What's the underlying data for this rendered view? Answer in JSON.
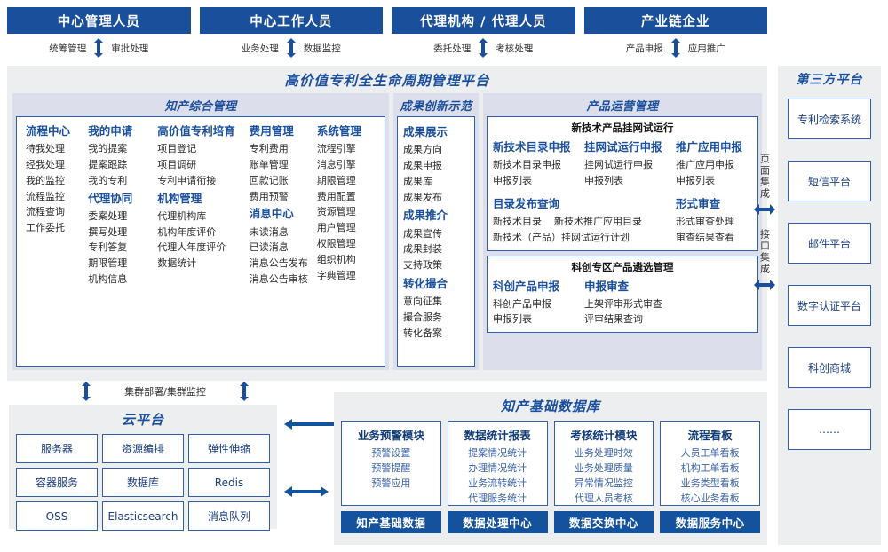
{
  "roles": [
    {
      "title": "中心管理人员",
      "actions": [
        "统筹管理",
        "审批处理"
      ]
    },
    {
      "title": "中心工作人员",
      "actions": [
        "业务处理",
        "数据监控"
      ]
    },
    {
      "title": "代理机构 / 代理人员",
      "actions": [
        "委托处理",
        "考核处理"
      ]
    },
    {
      "title": "产业链企业",
      "actions": [
        "产品申报",
        "应用推广"
      ]
    }
  ],
  "platform": {
    "title": "高价值专利全生命周期管理平台",
    "groups": {
      "zhichan": {
        "title": "知产综合管理",
        "columns": [
          {
            "blocks": [
              {
                "header": "流程中心",
                "items": [
                  "待我处理",
                  "经我处理",
                  "我的监控",
                  "流程监控",
                  "流程查询",
                  "工作委托"
                ]
              }
            ]
          },
          {
            "blocks": [
              {
                "header": "我的申请",
                "items": [
                  "我的提案",
                  "提案跟踪",
                  "我的专利"
                ]
              },
              {
                "header": "代理协同",
                "items": [
                  "委案处理",
                  "撰写处理",
                  "专利答复",
                  "期限管理",
                  "机构信息"
                ]
              }
            ]
          },
          {
            "blocks": [
              {
                "header": "高价值专利培育",
                "items": [
                  "项目登记",
                  "项目调研",
                  "专利申请衔接"
                ]
              },
              {
                "header": "机构管理",
                "items": [
                  "代理机构库",
                  "机构年度评价",
                  "代理人年度评价",
                  "数据统计"
                ]
              }
            ]
          },
          {
            "blocks": [
              {
                "header": "费用管理",
                "items": [
                  "专利费用",
                  "账单管理",
                  "回款记账",
                  "费用预警"
                ]
              },
              {
                "header": "消息中心",
                "items": [
                  "未读消息",
                  "已读消息",
                  "消息公告发布",
                  "消息公告审核"
                ]
              }
            ]
          },
          {
            "blocks": [
              {
                "header": "系统管理",
                "items": [
                  "流程引擎",
                  "消息引擎",
                  "期限管理",
                  "费用配置",
                  "资源管理",
                  "用户管理",
                  "权限管理",
                  "组织机构",
                  "字典管理"
                ]
              }
            ]
          }
        ]
      },
      "chengguo": {
        "title": "成果创新示范",
        "blocks": [
          {
            "header": "成果展示",
            "items": [
              "成果方向",
              "成果申报",
              "成果库",
              "成果发布"
            ]
          },
          {
            "header": "成果推介",
            "items": [
              "成果宣传",
              "成果封装",
              "支持政策"
            ]
          },
          {
            "header": "转化撮合",
            "items": [
              "意向征集",
              "撮合服务",
              "转化备案"
            ]
          }
        ]
      },
      "chanpin": {
        "title": "产品运营管理",
        "boxes": [
          {
            "title": "新技术产品挂网试运行",
            "columns": [
              {
                "header": "新技术目录申报",
                "items": [
                  "新技术目录申报",
                  "申报列表"
                ]
              },
              {
                "header": "挂网试运行申报",
                "items": [
                  "挂网试运行申报",
                  "申报列表"
                ]
              },
              {
                "header": "推广应用申报",
                "items": [
                  "推广应用申报",
                  "申报列表"
                ]
              }
            ],
            "row2": [
              {
                "header": "目录发布查询",
                "items_inline": [
                  "新技术目录",
                  "新技术推广应用目录"
                ],
                "items": [
                  "新技术（产品）挂网试运行计划"
                ]
              },
              {
                "header": "形式审查",
                "items": [
                  "形式审查处理",
                  "审查结果查看"
                ]
              }
            ]
          },
          {
            "title": "科创专区产品遴选管理",
            "columns": [
              {
                "header": "科创产品申报",
                "items": [
                  "科创产品申报",
                  "申报列表"
                ]
              },
              {
                "header": "申报审查",
                "items": [
                  "上架评审形式审查",
                  "评审结果查询"
                ]
              }
            ]
          }
        ]
      }
    }
  },
  "integration": [
    "页面集成",
    "接口集成"
  ],
  "third_party": {
    "title": "第三方平台",
    "items": [
      "专利检索系统",
      "短信平台",
      "邮件平台",
      "数字认证平台",
      "科创商城",
      "……"
    ]
  },
  "cluster": {
    "label": "集群部署/集群监控"
  },
  "cloud": {
    "title": "云平台",
    "cells": [
      "服务器",
      "资源编排",
      "弹性伸缩",
      "容器服务",
      "数据库",
      "Redis",
      "OSS",
      "Elasticsearch",
      "消息队列"
    ]
  },
  "kdb": {
    "title": "知产基础数据库",
    "cards": [
      {
        "header": "业务预警模块",
        "items": [
          "预警设置",
          "预警提醒",
          "预警应用"
        ],
        "footer": "知产基础数据"
      },
      {
        "header": "数据统计报表",
        "items": [
          "提案情况统计",
          "办理情况统计",
          "业务流转统计",
          "代理服务统计"
        ],
        "footer": "数据处理中心"
      },
      {
        "header": "考核统计模块",
        "items": [
          "业务处理时效",
          "业务处理质量",
          "异常情况监控",
          "代理人员考核"
        ],
        "footer": "数据交换中心"
      },
      {
        "header": "流程看板",
        "items": [
          "人员工单看板",
          "机构工单看板",
          "业务类型看板",
          "核心业务看板"
        ],
        "footer": "数据服务中心"
      }
    ]
  },
  "colors": {
    "brand": "#1a4f9c",
    "panel": "#edeef0",
    "group": "#dcdeeb",
    "border": "#2f5fa8",
    "footer": "#14529e"
  }
}
